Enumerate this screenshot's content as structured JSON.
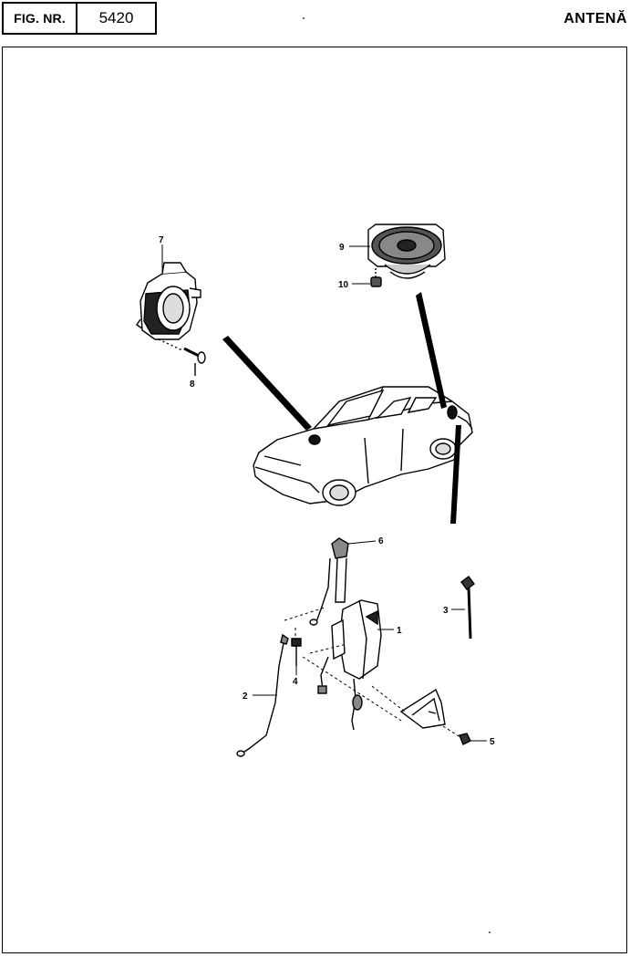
{
  "header": {
    "fig_label": "FIG. NR.",
    "fig_number": "5420",
    "title": "ANTENĂ"
  },
  "callouts": {
    "c1": "1",
    "c2": "2",
    "c3": "3",
    "c4": "4",
    "c5": "5",
    "c6": "6",
    "c7": "7",
    "c8": "8",
    "c9": "9",
    "c10": "10"
  },
  "colors": {
    "line": "#000000",
    "background": "#ffffff"
  }
}
